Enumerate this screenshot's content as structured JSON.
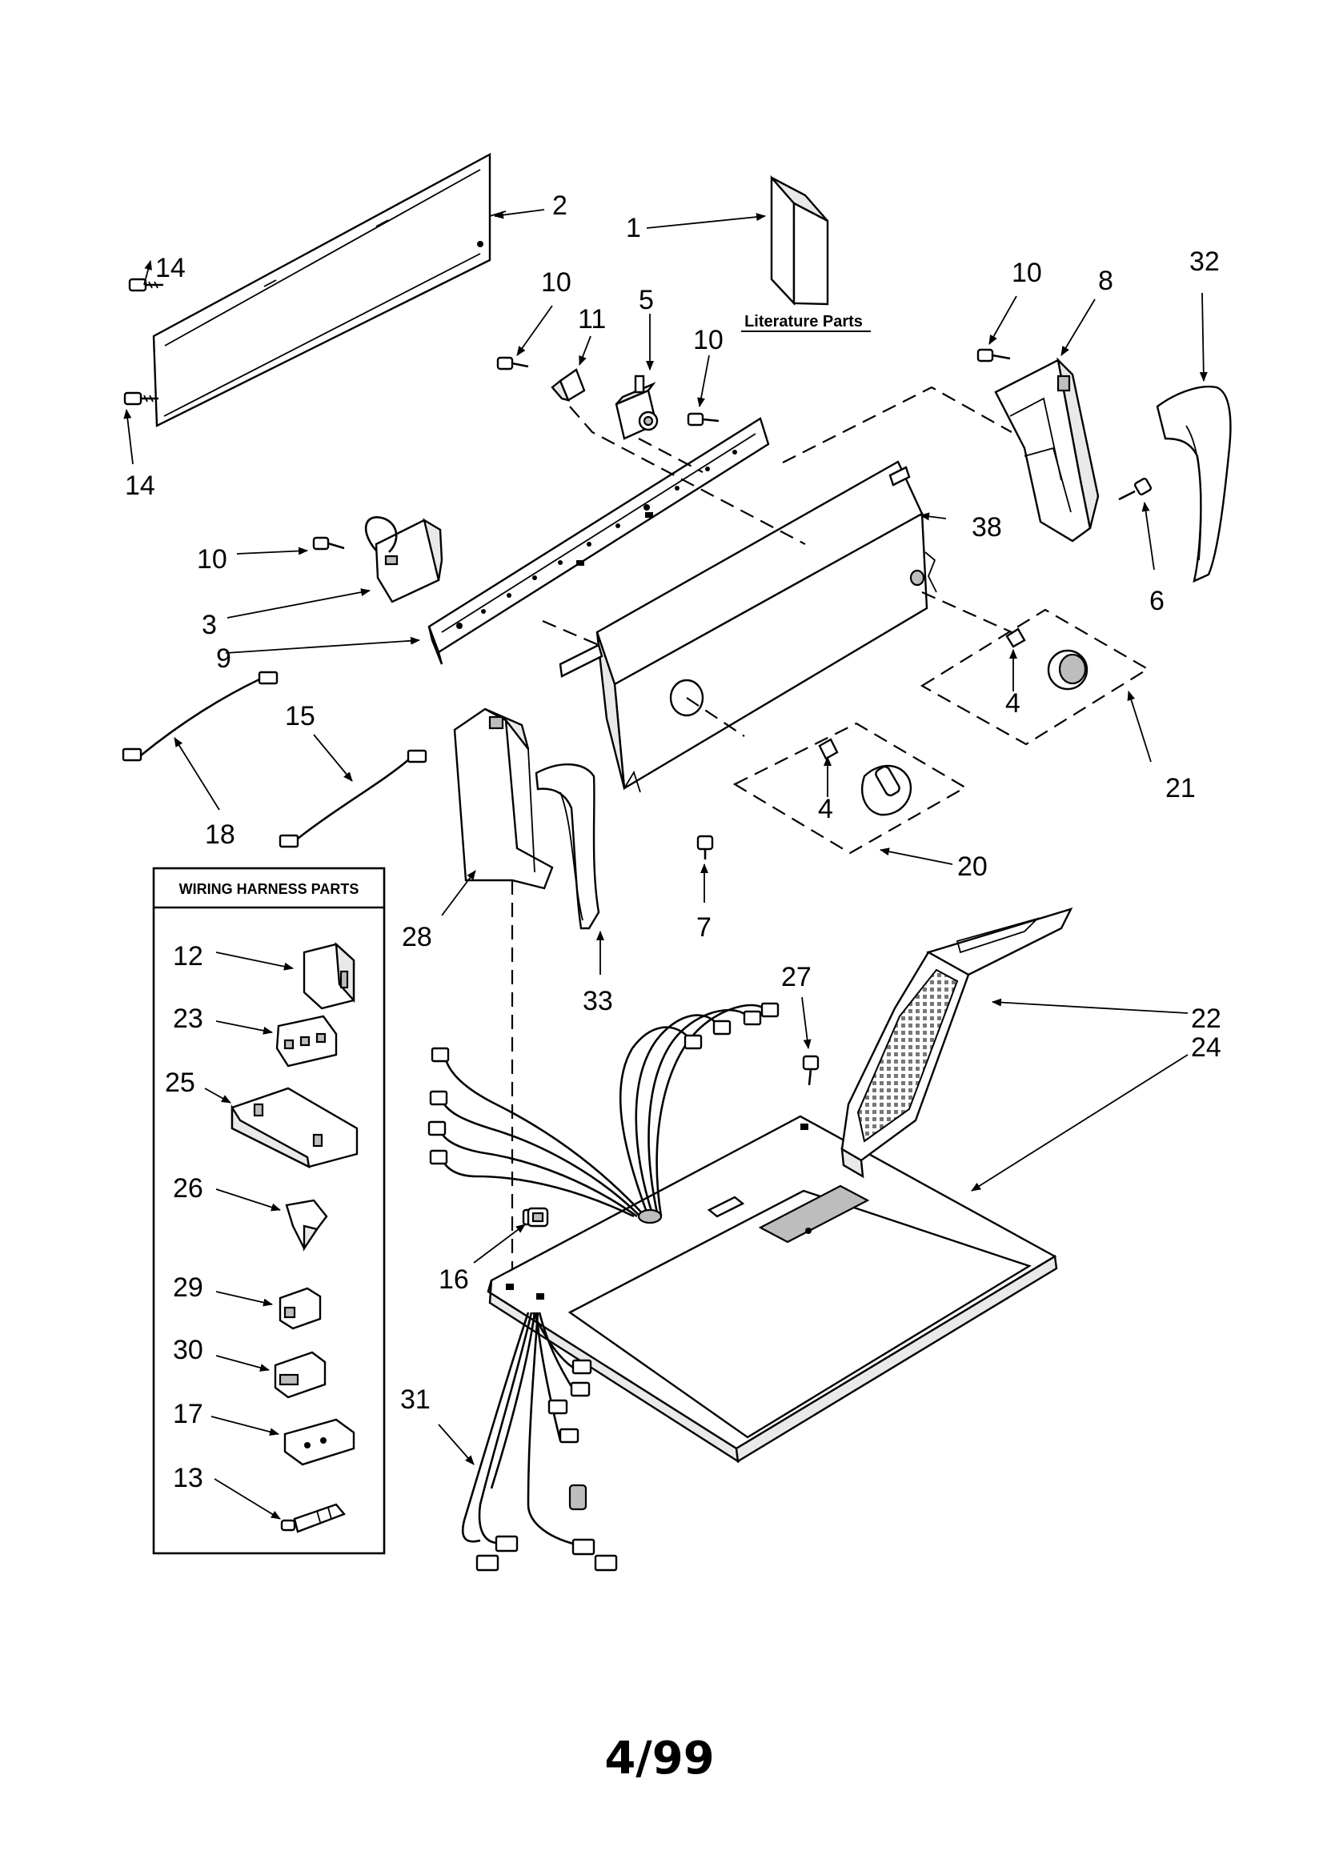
{
  "literature_label": "Literature Parts",
  "wiring_harness_title": "WIRING HARNESS PARTS",
  "page_number": "4/99",
  "callouts": {
    "c1": "1",
    "c2": "2",
    "c3": "3",
    "c4a": "4",
    "c4b": "4",
    "c5": "5",
    "c6": "6",
    "c7": "7",
    "c8": "8",
    "c9": "9",
    "c10a": "10",
    "c10b": "10",
    "c10c": "10",
    "c10d": "10",
    "c11": "11",
    "c12": "12",
    "c13": "13",
    "c14a": "14",
    "c14b": "14",
    "c15": "15",
    "c16": "16",
    "c17": "17",
    "c18": "18",
    "c20": "20",
    "c21": "21",
    "c22": "22",
    "c23": "23",
    "c24": "24",
    "c25": "25",
    "c26": "26",
    "c27": "27",
    "c28": "28",
    "c29": "29",
    "c30": "30",
    "c31": "31",
    "c32": "32",
    "c33": "33",
    "c38": "38"
  },
  "colors": {
    "ink": "#000000",
    "paper": "#ffffff",
    "shade": "#e9e9e9"
  }
}
